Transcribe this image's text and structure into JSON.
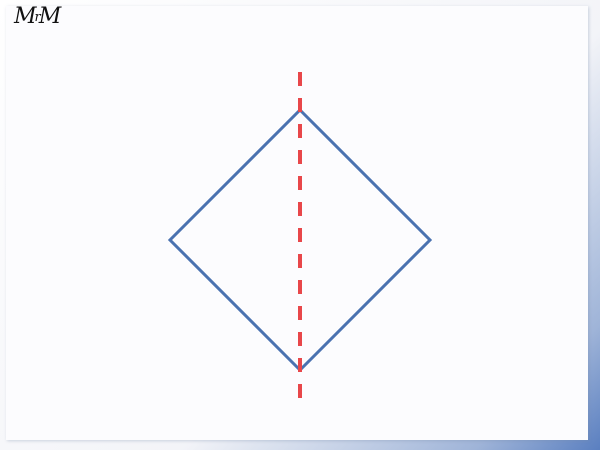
{
  "logo": {
    "text_left": "M",
    "text_mid": "r",
    "text_right": "M"
  },
  "colors": {
    "square_stroke": "#4a72b0",
    "symmetry_line": "#e8474a",
    "background": "#fcfcfe"
  },
  "diagram": {
    "shape": "square-rotated-45",
    "line_of_symmetry": "vertical-dashed"
  }
}
